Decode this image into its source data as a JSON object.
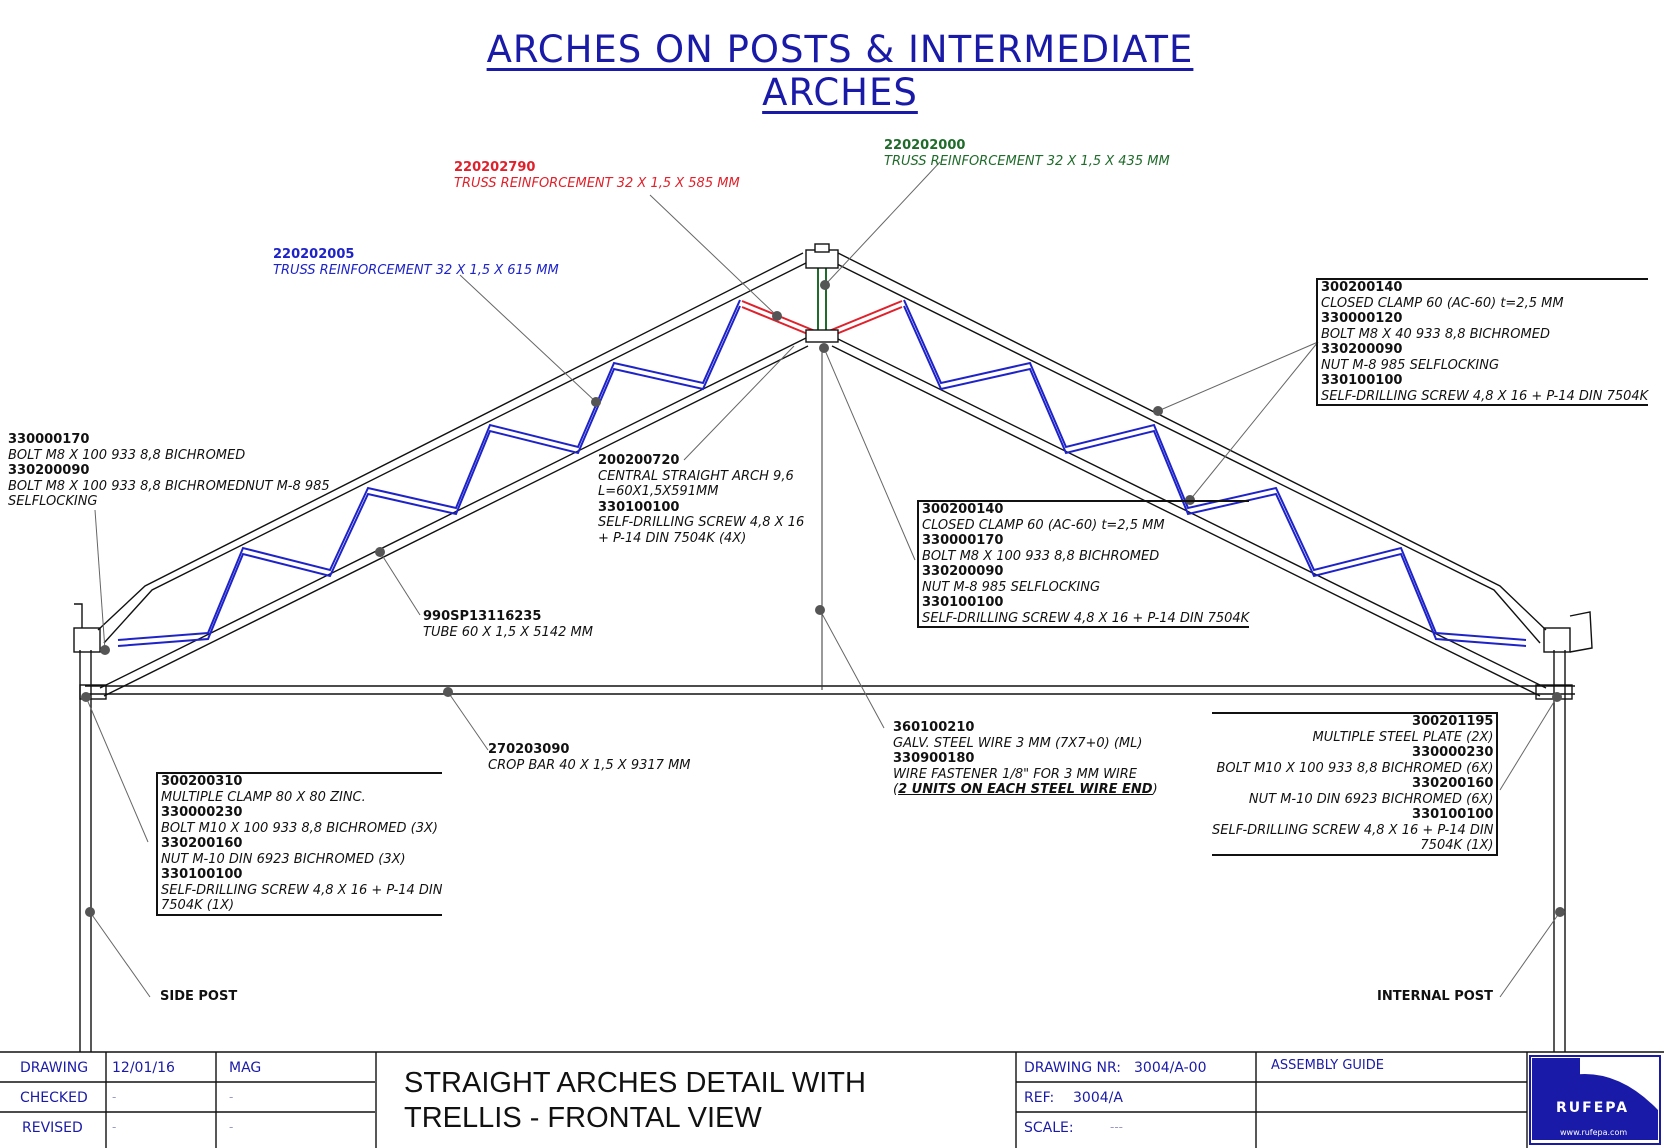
{
  "title": "ARCHES ON POSTS & INTERMEDIATE ARCHES",
  "callouts": {
    "c_220202790": {
      "code": "220202790",
      "desc": "TRUSS REINFORCEMENT 32 X 1,5 X 585 MM"
    },
    "c_220202000": {
      "code": "220202000",
      "desc": "TRUSS REINFORCEMENT  32 X 1,5 X 435 MM"
    },
    "c_220202005": {
      "code": "220202005",
      "desc": "TRUSS REINFORCEMENT 32 X 1,5 X 615 MM"
    },
    "left_bolt": {
      "code1": "330000170",
      "desc1": "BOLT M8 X 100 933 8,8 BICHROMED",
      "code2": "330200090",
      "desc2": "BOLT M8 X 100 933 8,8 BICHROMEDNUT M-8 985",
      "desc3": "SELFLOCKING"
    },
    "central_arch": {
      "code1": "200200720",
      "desc1a": "CENTRAL STRAIGHT ARCH 9,6",
      "desc1b": "L=60X1,5X591MM",
      "code2": "330100100",
      "desc2a": "SELF-DRILLING SCREW 4,8 X 16",
      "desc2b": "+ P-14 DIN 7504K (4X)"
    },
    "tube": {
      "code": "990SP13116235",
      "desc": "TUBE 60 X 1,5 X 5142 MM"
    },
    "right_clamp": {
      "code1": "300200140",
      "desc1": "CLOSED CLAMP 60 (AC-60) t=2,5 MM",
      "code2": "330000120",
      "desc2": "BOLT M8 X 40 933 8,8 BICHROMED",
      "code3": "330200090",
      "desc3": "NUT M-8 985 SELFLOCKING",
      "code4": "330100100",
      "desc4": "SELF-DRILLING SCREW 4,8 X 16 + P-14 DIN 7504K"
    },
    "center_clamp": {
      "code1": "300200140",
      "desc1": "CLOSED CLAMP 60 (AC-60) t=2,5 MM",
      "code2": "330000170",
      "desc2": "BOLT M8 X 100 933 8,8 BICHROMED",
      "code3": "330200090",
      "desc3": "NUT M-8 985 SELFLOCKING",
      "code4": "330100100",
      "desc4": "SELF-DRILLING SCREW 4,8 X 16 + P-14 DIN 7504K"
    },
    "crop_bar": {
      "code": "270203090",
      "desc": "CROP BAR 40 X 1,5 X 9317 MM"
    },
    "wire": {
      "code1": "360100210",
      "desc1": "GALV. STEEL WIRE 3 MM (7X7+0) (ML)",
      "code2": "330900180",
      "desc2": "WIRE FASTENER 1/8\" FOR 3 MM WIRE",
      "note": "2 UNITS ON EACH STEEL WIRE END"
    },
    "left_clamp": {
      "code1": "300200310",
      "desc1": "MULTIPLE CLAMP 80 X 80 ZINC.",
      "code2": "330000230",
      "desc2": "BOLT M10 X 100 933 8,8 BICHROMED (3X)",
      "code3": "330200160",
      "desc3": "NUT M-10 DIN 6923 BICHROMED (3X)",
      "code4": "330100100",
      "desc4a": "SELF-DRILLING SCREW 4,8 X 16 + P-14 DIN",
      "desc4b": "7504K (1X)"
    },
    "right_plate": {
      "code1": "300201195",
      "desc1": "MULTIPLE STEEL PLATE (2X)",
      "code2": "330000230",
      "desc2": "BOLT M10 X 100 933 8,8 BICHROMED (6X)",
      "code3": "330200160",
      "desc3": "NUT M-10 DIN 6923 BICHROMED (6X)",
      "code4": "330100100",
      "desc4a": "SELF-DRILLING SCREW 4,8 X 16 + P-14 DIN",
      "desc4b": "7504K (1X)"
    }
  },
  "posts": {
    "side": "SIDE POST",
    "internal": "INTERNAL POST"
  },
  "title_block": {
    "drawing_label": "DRAWING",
    "drawing_date": "12/01/16",
    "drawing_by": "MAG",
    "checked_label": "CHECKED",
    "checked_date": "-",
    "checked_by": "-",
    "revised_label": "REVISED",
    "revised_date": "-",
    "revised_by": "-",
    "title_line1": "STRAIGHT ARCHES DETAIL WITH",
    "title_line2": "TRELLIS - FRONTAL VIEW",
    "drawing_nr_label": "DRAWING NR:",
    "drawing_nr": "3004/A-00",
    "ref_label": "REF:",
    "ref": "3004/A",
    "scale_label": "SCALE:",
    "scale": "---",
    "assembly": "ASSEMBLY GUIDE",
    "logo_text": "RUFEPA",
    "logo_url": "www.rufepa.com"
  },
  "colors": {
    "blue": "#1e23c8",
    "red": "#e0202a",
    "green": "#1f6b2a",
    "title": "#1a1aa8"
  }
}
